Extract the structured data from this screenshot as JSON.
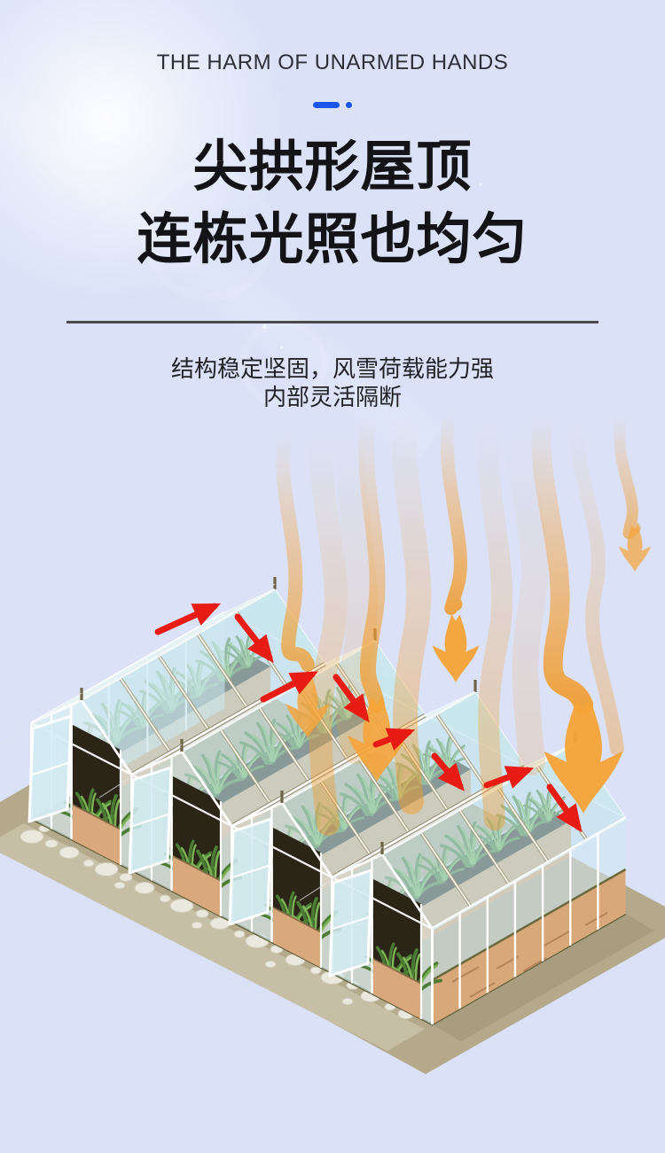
{
  "page": {
    "background": "#dbe2f8"
  },
  "header": {
    "eyebrow": "THE HARM OF UNARMED HANDS",
    "title_line1": "尖拱形屋顶",
    "title_line2": "连栋光照也均匀",
    "subtitle_line1": "结构稳定坚固，风雪荷载能力强",
    "subtitle_line2": "内部灵活隔断"
  },
  "accents": {
    "divider_blue": "#1b55ec",
    "heading_color": "#141418",
    "eyebrow_color": "#2e2e36",
    "rule_color": "#4a4a4e",
    "subtitle_color": "#222226"
  },
  "illustration": {
    "subject": "isometric multi-span pointed-roof glass greenhouse receiving even sunlight",
    "spans": 4,
    "sunlight_color": "#f4a33b",
    "light_arrow_color": "#e81c15",
    "glass_color": "#c9e7ee",
    "frame_white": "#ffffff",
    "roof_frame_tan": "#a89f7d",
    "planter_color": "#d9a87a",
    "plant_color": "#4f8136",
    "soil_color": "#2f2719",
    "ground_color": "#b5a98c",
    "stone_color": "#ebe9de"
  }
}
